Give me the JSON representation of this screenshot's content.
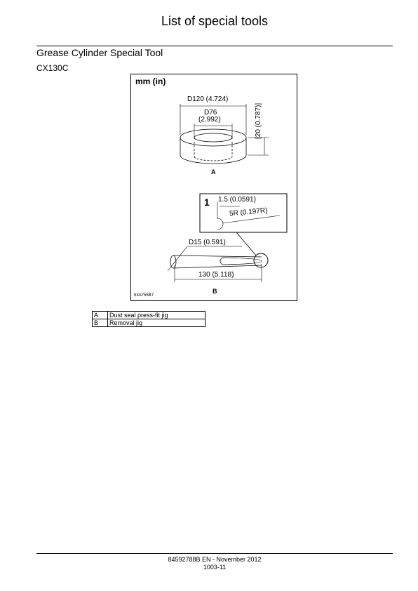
{
  "header": {
    "title": "List of special tools"
  },
  "section": {
    "title": "Grease Cylinder Special Tool",
    "model": "CX130C"
  },
  "figure": {
    "unit_label": "mm (in)",
    "figure_code": "53A755B7",
    "view_a": {
      "label": "A",
      "outer_dia": "D120 (4.724)",
      "inner_dia_line1": "D76",
      "inner_dia_line2": "(2.992)",
      "height": "[20 (0.787)]"
    },
    "view_b": {
      "label": "B",
      "detail_number": "1",
      "detail_dim1": "1.5 (0.0591)",
      "detail_dim2": "5R (0.197R)",
      "shaft_dia": "D15 (0.591)",
      "length": "130 (5.118)"
    }
  },
  "legend": [
    {
      "key": "A",
      "description": "Dust seal press-fit jig"
    },
    {
      "key": "B",
      "description": "Removal jig"
    }
  ],
  "footer": {
    "doc_ref": "84592788B EN - November 2012",
    "page": "1003-11"
  }
}
